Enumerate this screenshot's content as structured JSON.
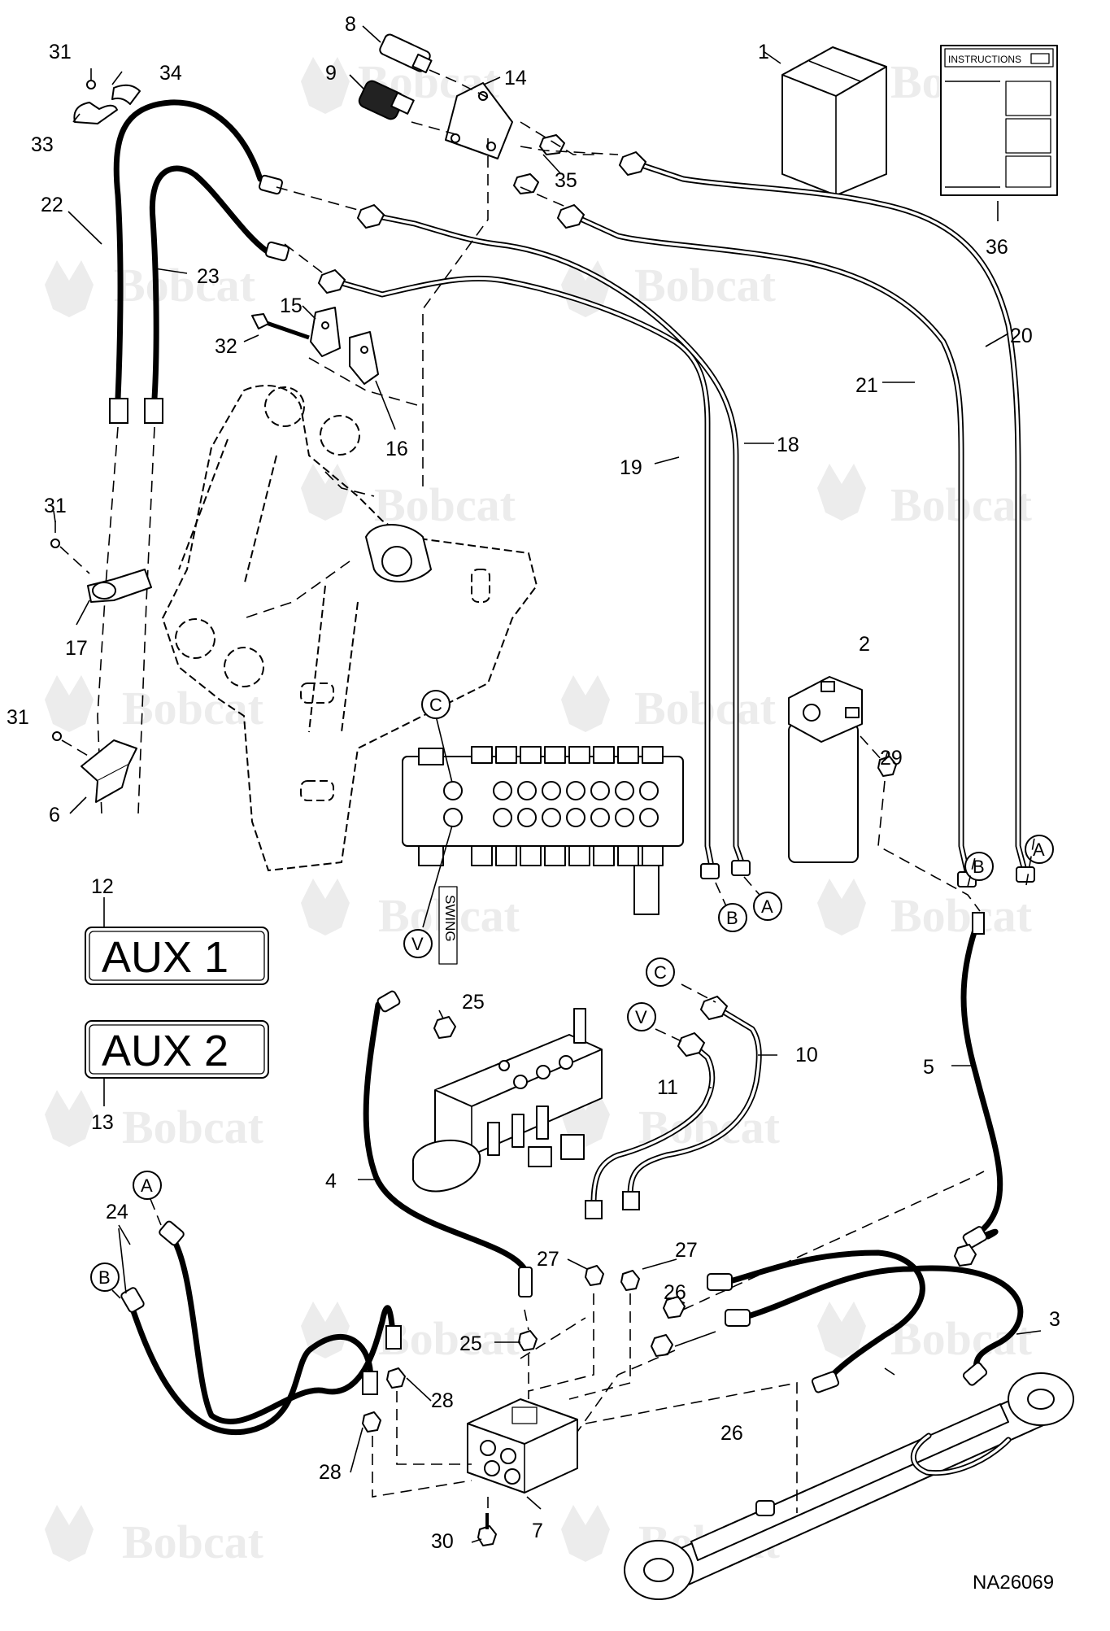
{
  "diagram_id": "NA26069",
  "brand_watermark": "Bobcat",
  "instructions_title": "INSTRUCTIONS",
  "decal_aux1": "AUX 1",
  "decal_aux2": "AUX 2",
  "valve_label": "SWING",
  "callouts": {
    "c1": "1",
    "c2": "2",
    "c3": "3",
    "c4": "4",
    "c5": "5",
    "c6": "6",
    "c7": "7",
    "c8": "8",
    "c9": "9",
    "c10": "10",
    "c11": "11",
    "c12": "12",
    "c13": "13",
    "c14": "14",
    "c15": "15",
    "c16": "16",
    "c17": "17",
    "c18": "18",
    "c19": "19",
    "c20": "20",
    "c21": "21",
    "c22": "22",
    "c23": "23",
    "c24": "24",
    "c25a": "25",
    "c25b": "25",
    "c26a": "26",
    "c26b": "26",
    "c27a": "27",
    "c27b": "27",
    "c28a": "28",
    "c28b": "28",
    "c29": "29",
    "c30": "30",
    "c31a": "31",
    "c31b": "31",
    "c31c": "31",
    "c32": "32",
    "c33": "33",
    "c34": "34",
    "c35": "35",
    "c36": "36"
  },
  "letters": {
    "A": "A",
    "B": "B",
    "C": "C",
    "V": "V"
  },
  "colors": {
    "line": "#000000",
    "background": "#ffffff",
    "watermark": "#ececec"
  }
}
